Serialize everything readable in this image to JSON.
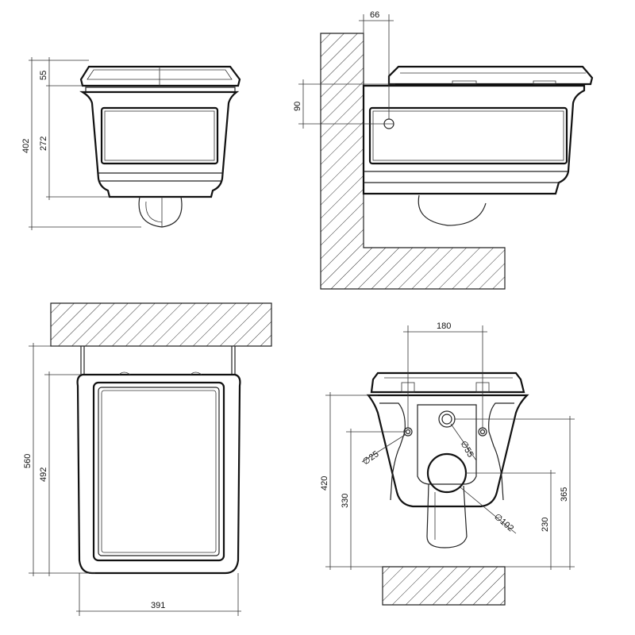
{
  "side_view_left": {
    "dim_top": "55",
    "dim_body": "272",
    "dim_total": "402"
  },
  "side_view_right": {
    "dim_offset": "66",
    "dim_height": "90"
  },
  "top_view": {
    "dim_depth_total": "560",
    "dim_depth_seat": "492",
    "dim_width": "391"
  },
  "rear_view": {
    "dim_holes_spacing": "180",
    "dim_hole_small": "∅25",
    "dim_hole_medium": "∅55",
    "dim_hole_outlet": "∅102",
    "dim_total_height": "420",
    "dim_holes_height": "330",
    "dim_inlet_height": "365",
    "dim_outlet_height": "230"
  },
  "colors": {
    "line": "#222222",
    "background": "#ffffff"
  }
}
